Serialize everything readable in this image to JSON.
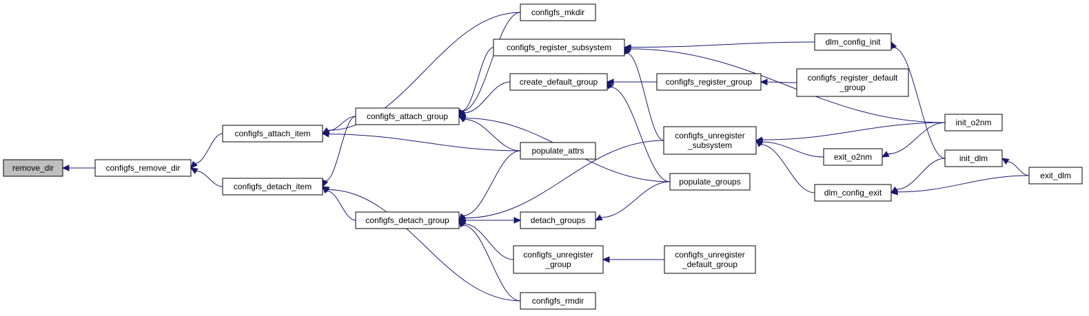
{
  "graph": {
    "nodes": {
      "remove_dir": [
        "remove_dir"
      ],
      "configfs_remove_dir": [
        "configfs_remove_dir"
      ],
      "configfs_attach_item": [
        "configfs_attach_item"
      ],
      "configfs_detach_item": [
        "configfs_detach_item"
      ],
      "configfs_mkdir": [
        "configfs_mkdir"
      ],
      "configfs_register_subsystem": [
        "configfs_register_subsystem"
      ],
      "create_default_group": [
        "create_default_group"
      ],
      "configfs_attach_group": [
        "configfs_attach_group"
      ],
      "populate_attrs": [
        "populate_attrs"
      ],
      "configfs_detach_group": [
        "configfs_detach_group"
      ],
      "detach_groups": [
        "detach_groups"
      ],
      "configfs_unregister_group": [
        "configfs_unregister",
        "_group"
      ],
      "configfs_rmdir": [
        "configfs_rmdir"
      ],
      "configfs_register_group": [
        "configfs_register_group"
      ],
      "configfs_register_default_group": [
        "configfs_register_default",
        "_group"
      ],
      "configfs_unregister_subsystem": [
        "configfs_unregister",
        "_subsystem"
      ],
      "populate_groups": [
        "populate_groups"
      ],
      "configfs_unregister_default_group": [
        "configfs_unregister",
        "_default_group"
      ],
      "dlm_config_init": [
        "dlm_config_init"
      ],
      "exit_o2nm": [
        "exit_o2nm"
      ],
      "dlm_config_exit": [
        "dlm_config_exit"
      ],
      "init_o2nm": [
        "init_o2nm"
      ],
      "init_dlm": [
        "init_dlm"
      ],
      "exit_dlm": [
        "exit_dlm"
      ]
    },
    "edges": [
      [
        "remove_dir",
        "configfs_remove_dir"
      ],
      [
        "configfs_remove_dir",
        "configfs_attach_item"
      ],
      [
        "configfs_remove_dir",
        "configfs_detach_item"
      ],
      [
        "configfs_attach_item",
        "configfs_mkdir"
      ],
      [
        "configfs_attach_item",
        "configfs_attach_group"
      ],
      [
        "configfs_attach_item",
        "populate_attrs"
      ],
      [
        "configfs_detach_item",
        "configfs_attach_group"
      ],
      [
        "configfs_detach_item",
        "configfs_detach_group"
      ],
      [
        "configfs_detach_item",
        "configfs_rmdir"
      ],
      [
        "configfs_attach_group",
        "configfs_mkdir"
      ],
      [
        "configfs_attach_group",
        "configfs_register_subsystem"
      ],
      [
        "configfs_attach_group",
        "create_default_group"
      ],
      [
        "configfs_attach_group",
        "populate_attrs"
      ],
      [
        "configfs_attach_group",
        "populate_groups"
      ],
      [
        "configfs_detach_group",
        "populate_attrs"
      ],
      [
        "configfs_detach_group",
        "detach_groups"
      ],
      [
        "configfs_detach_group",
        "configfs_unregister_group"
      ],
      [
        "configfs_detach_group",
        "configfs_rmdir"
      ],
      [
        "configfs_detach_group",
        "configfs_unregister_subsystem"
      ],
      [
        "detach_groups",
        "configfs_detach_group"
      ],
      [
        "detach_groups",
        "populate_groups"
      ],
      [
        "create_default_group",
        "configfs_register_group"
      ],
      [
        "create_default_group",
        "populate_groups"
      ],
      [
        "configfs_register_group",
        "configfs_register_default_group"
      ],
      [
        "configfs_register_subsystem",
        "dlm_config_init"
      ],
      [
        "configfs_register_subsystem",
        "init_o2nm"
      ],
      [
        "configfs_register_subsystem",
        "configfs_unregister_subsystem"
      ],
      [
        "configfs_unregister_subsystem",
        "init_o2nm"
      ],
      [
        "configfs_unregister_subsystem",
        "exit_o2nm"
      ],
      [
        "configfs_unregister_subsystem",
        "dlm_config_exit"
      ],
      [
        "configfs_unregister_group",
        "configfs_unregister_default_group"
      ],
      [
        "dlm_config_init",
        "init_dlm"
      ],
      [
        "exit_o2nm",
        "init_o2nm"
      ],
      [
        "dlm_config_exit",
        "init_dlm"
      ],
      [
        "dlm_config_exit",
        "exit_dlm"
      ],
      [
        "init_dlm",
        "exit_dlm"
      ]
    ],
    "colors": {
      "edge": "#191970",
      "root_fill": "#bfbfbf",
      "node_fill": "#ffffff",
      "node_border": "#000000"
    }
  }
}
